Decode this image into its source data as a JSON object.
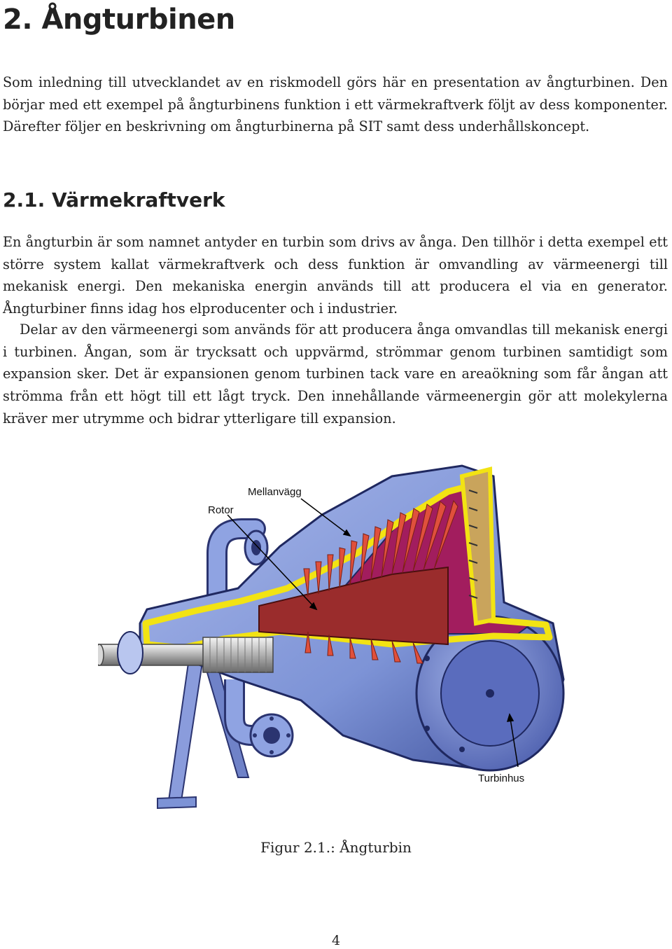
{
  "chapter": {
    "title": "2. Ångturbinen"
  },
  "intro": "Som inledning till utvecklandet av en riskmodell görs här en presentation av ångturbinen. Den börjar med ett exempel på ångturbinens funktion i ett värmekraftverk följt av dess komponenter. Därefter följer en beskrivning om ångturbinerna på SIT samt dess underhållskoncept.",
  "section": {
    "title": "2.1. Värmekraftverk"
  },
  "paragraphs": [
    "En ångturbin är som namnet antyder en turbin som drivs av ånga. Den tillhör i detta exempel ett större system kallat värmekraftverk och dess funktion är omvandling av värmeenergi till mekanisk energi. Den mekaniska energin används till att producera el via en generator. Ångturbiner finns idag hos elproducenter och i industrier.",
    "Delar av den värmeenergi som används för att producera ånga omvandlas till mekanisk energi i turbinen. Ångan, som är trycksatt och uppvärmd, strömmar genom turbinen samtidigt som expansion sker. Det är expansionen genom turbinen tack vare en areaökning som får ångan att strömma från ett högt till ett lågt tryck. Den innehållande värmeenergin gör att molekylerna kräver mer utrymme och bidrar ytterligare till expansion."
  ],
  "figure": {
    "labels": {
      "rotor": "Rotor",
      "mellanvagg": "Mellanvägg",
      "turbinhus": "Turbinhus"
    },
    "caption": "Figur 2.1.: Ångturbin",
    "colors": {
      "casing": "#7d93d6",
      "casing_dark": "#3d4f9a",
      "section_fill": "#f2e313",
      "blades": "#e0503c",
      "rotor_inner": "#9a2c2c",
      "cavity": "#a21d5e",
      "shaft": "#c8c8c8"
    }
  },
  "page": {
    "number": "4"
  }
}
